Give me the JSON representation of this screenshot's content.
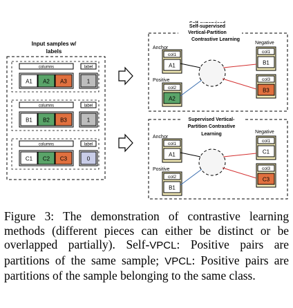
{
  "input": {
    "title_line1": "Input samples w/",
    "title_line2": "labels",
    "columns_label": "columns",
    "label_label": "label",
    "rows": [
      {
        "cells": [
          "A1",
          "A2",
          "A3"
        ],
        "label": "1",
        "colors": [
          "#ffffff",
          "#5aa469",
          "#e0703f"
        ],
        "label_color": "#bdbdbd"
      },
      {
        "cells": [
          "B1",
          "B2",
          "B3"
        ],
        "label": "1",
        "colors": [
          "#ffffff",
          "#5aa469",
          "#e0703f"
        ],
        "label_color": "#bdbdbd"
      },
      {
        "cells": [
          "C1",
          "C2",
          "C3"
        ],
        "label": "0",
        "colors": [
          "#ffffff",
          "#5aa469",
          "#e0703f"
        ],
        "label_color": "#c9cde8"
      }
    ]
  },
  "self_supervised": {
    "title_line1": "Self-supervised",
    "title_line2": "Vertical-Partition",
    "title_line3": "Contrastive Learning",
    "anchor_label": "Anchor",
    "positive_label": "Positive",
    "negative_label": "Negative",
    "anchor": {
      "col": "col1",
      "val": "A1",
      "color": "#ffffff"
    },
    "positive": {
      "col": "col2",
      "val": "A2",
      "color": "#5aa469"
    },
    "negatives": [
      {
        "col": "col1",
        "val": "B1",
        "color": "#ffffff"
      },
      {
        "col": "col3",
        "val": "B3",
        "color": "#e0703f"
      }
    ]
  },
  "supervised": {
    "title_line1": "Supervised Vertical-",
    "title_line2": "Partition Contrastive",
    "title_line3": "Learning",
    "anchor_label": "Anchor",
    "positive_label": "Positive",
    "negative_label": "Negative",
    "anchor": {
      "col": "col1",
      "val": "A1",
      "color": "#ffffff"
    },
    "positive": {
      "col": "col2",
      "val": "B1",
      "color": "#ffffff"
    },
    "negatives": [
      {
        "col": "col1",
        "val": "C1",
        "color": "#ffffff"
      },
      {
        "col": "col3",
        "val": "C3",
        "color": "#e0703f"
      }
    ]
  },
  "colors": {
    "anchor_box": "#f3ebb8",
    "neg_box": "#f3ebb8",
    "pos_line": "#3c6fb0",
    "neg_line": "#d32f2f"
  },
  "caption": {
    "label": "Figure 3:",
    "text1": " The demonstration of contrastive learning methods (different pieces can either be distinct or be overlapped partially). Self-",
    "abbr1": "VPCL",
    "text2": ": Positive pairs are partitions of the same sample; ",
    "abbr2": "VPCL",
    "text3": ": Positive pairs are partitions of the sample belonging to the same class."
  }
}
